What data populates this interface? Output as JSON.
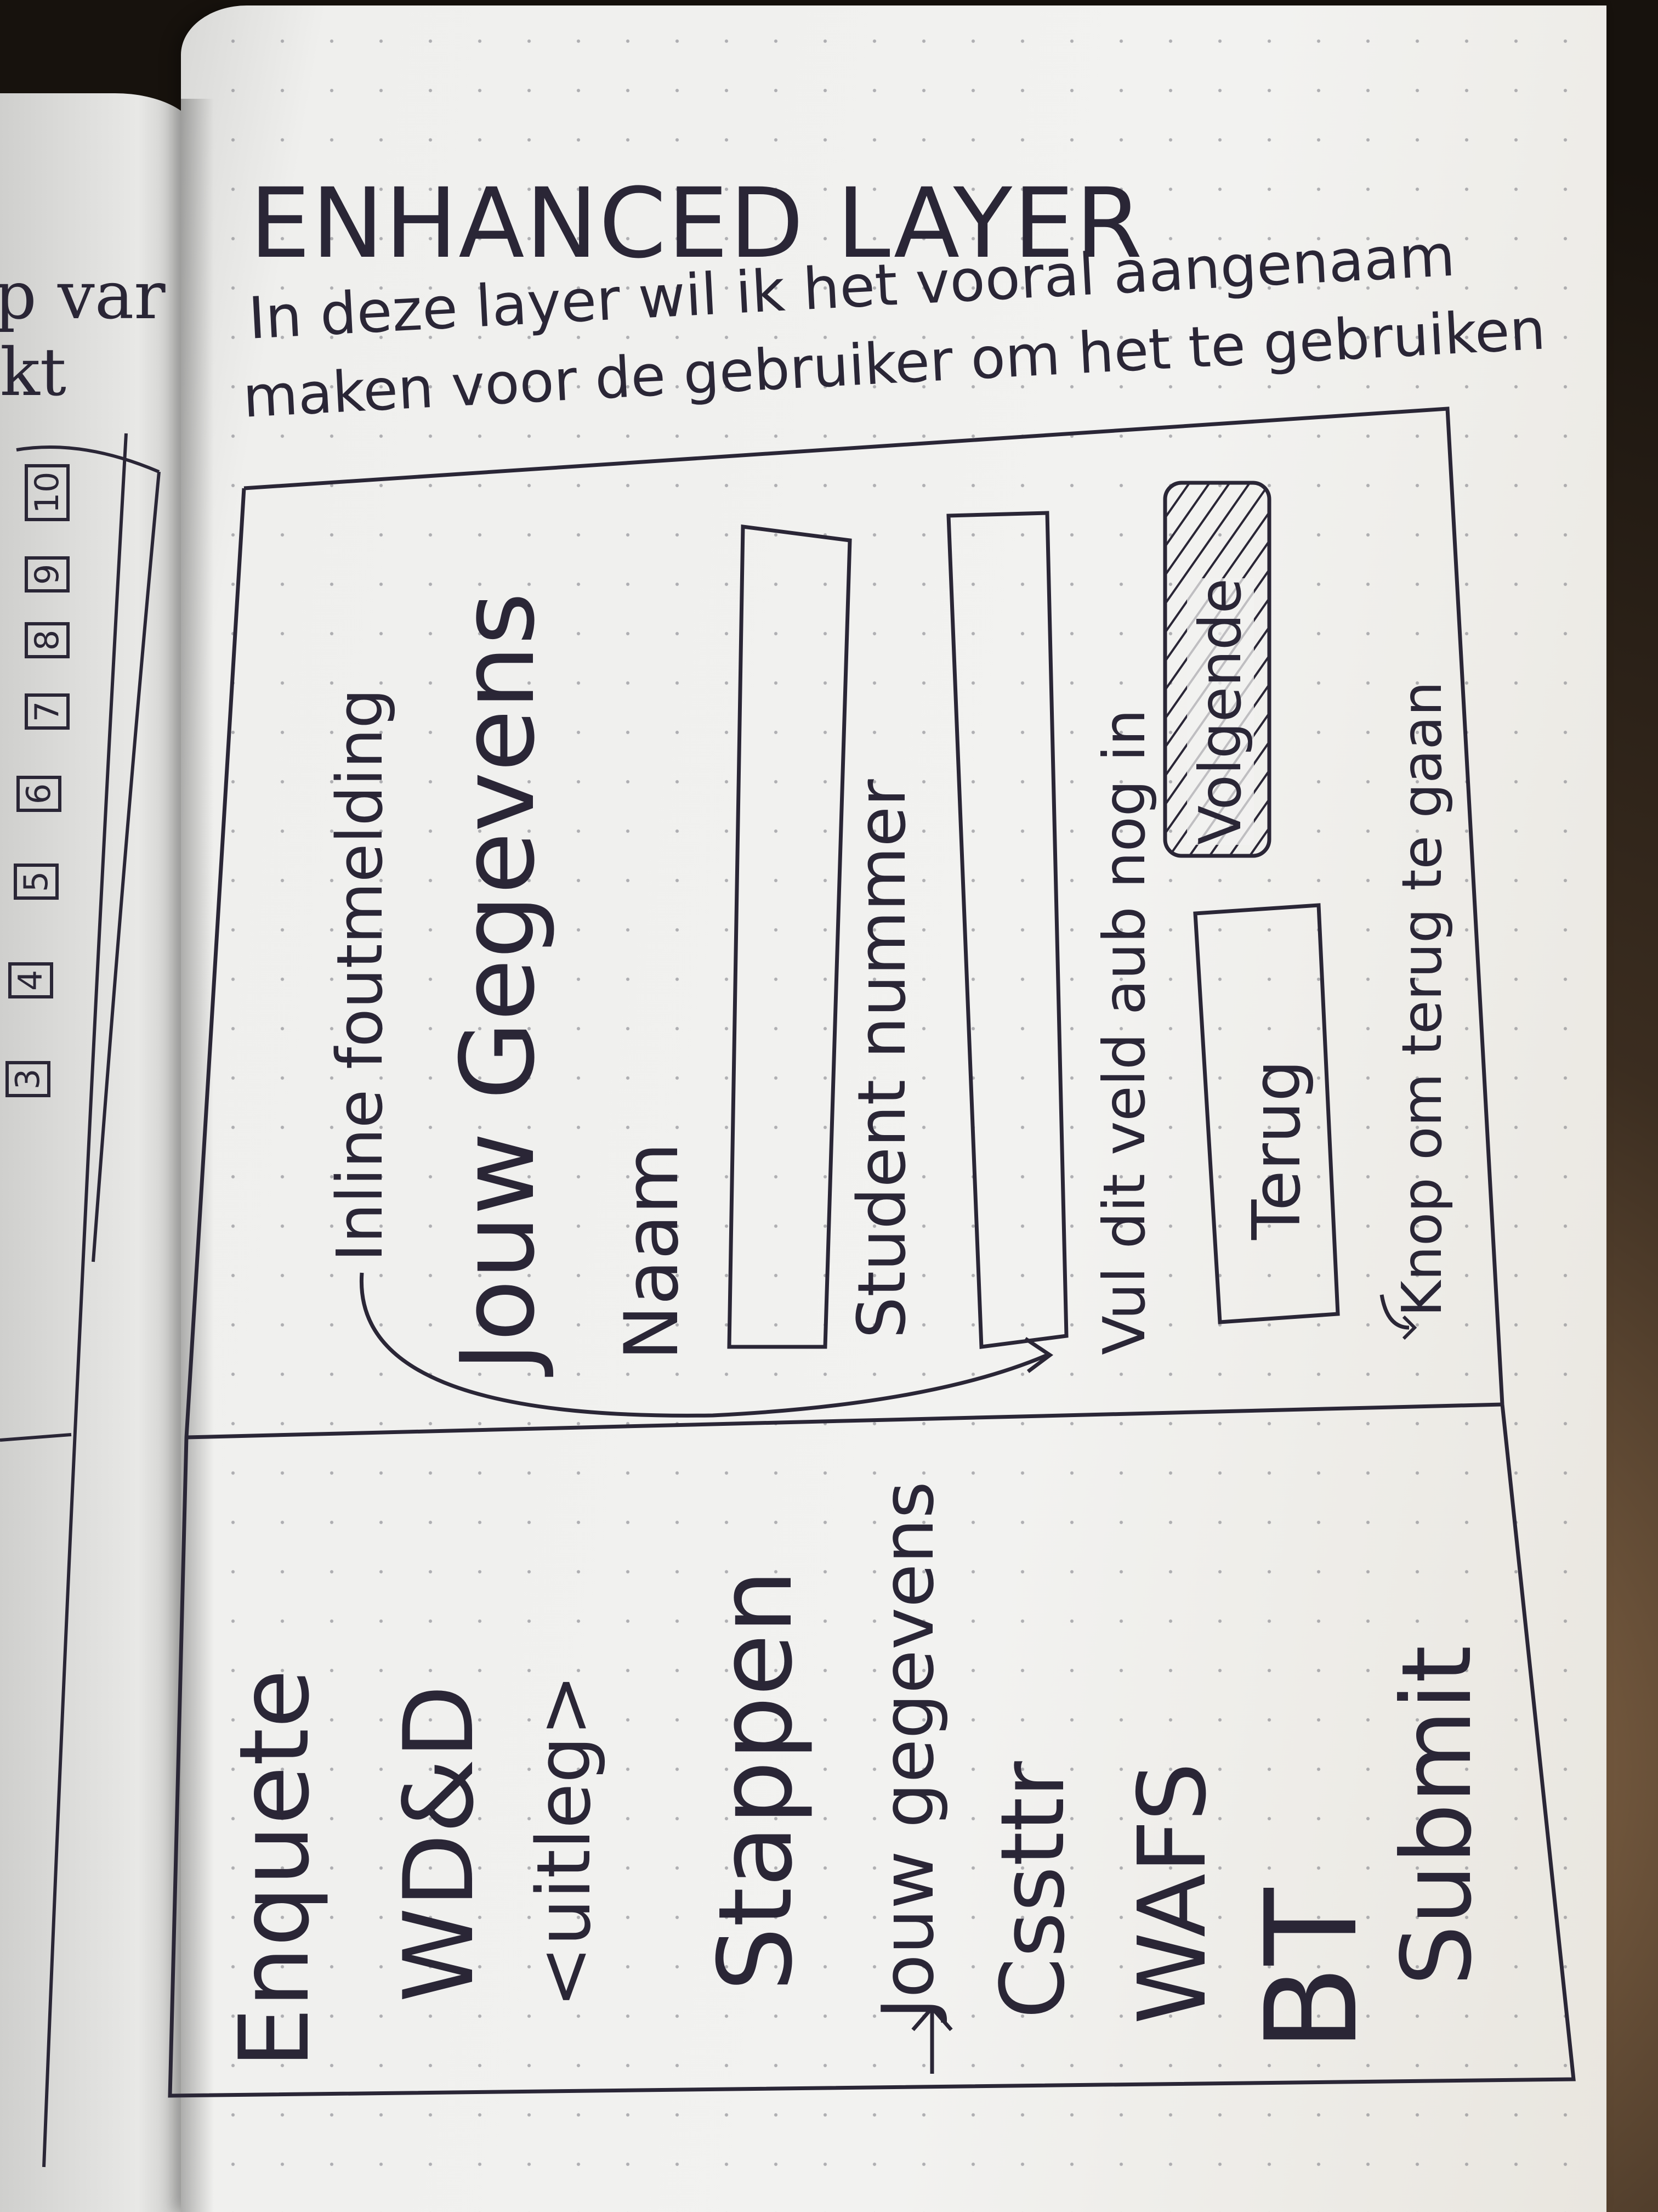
{
  "left_page": {
    "fragments": [
      "p var",
      "kt"
    ],
    "page_numbers": [
      "10",
      "9",
      "8",
      "7",
      "6",
      "5",
      "4",
      "3"
    ]
  },
  "title": "ENHANCED LAYER",
  "subtitle_line1": "In deze layer wil ik het vooral aangenaam",
  "subtitle_line2": "maken voor de gebruiker om het te gebruiken",
  "top_sketch": {
    "annotation_error": "Inline foutmelding",
    "heading": "Jouw Gegevens",
    "label_name": "Naam",
    "label_student": "Student nummer",
    "error_message": "Vul dit veld aub nog in",
    "next_button": "Volgende",
    "back_button": "Terug",
    "annotation_back": "Knop om terug te gaan"
  },
  "bottom_sketch": {
    "title_lines": [
      "Enquete",
      "WD&D",
      "<uitleg>"
    ],
    "steps_heading": "Stappen",
    "steps": [
      "Jouw gegevens",
      "Cssttr",
      "WAFS",
      "BT",
      "Submit"
    ]
  }
}
